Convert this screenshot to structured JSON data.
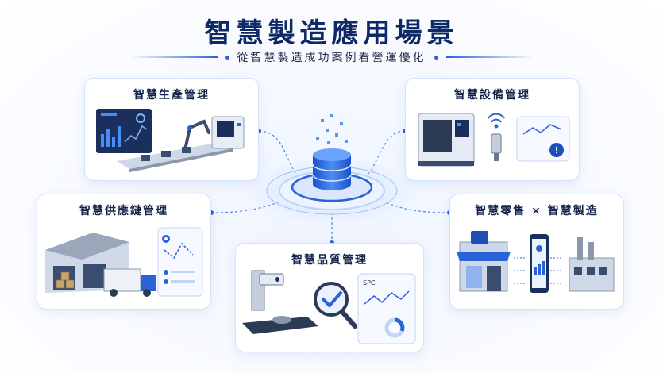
{
  "header": {
    "title": "智慧製造應用場景",
    "subtitle": "從智慧製造成功案例看營運優化"
  },
  "cards": {
    "production": {
      "title": "智慧生產管理"
    },
    "equipment": {
      "title": "智慧設備管理"
    },
    "supply_chain": {
      "title": "智慧供應鏈管理"
    },
    "quality": {
      "title": "智慧品質管理",
      "panel_label": "SPC"
    },
    "retail": {
      "title": "智慧零售 × 智慧製造"
    }
  },
  "colors": {
    "accent": "#2a63d8",
    "title": "#0d2a66",
    "card_border": "#d4e2fb",
    "warning": "#1e4fb8"
  },
  "icons": [
    "database-icon",
    "robot-arm-icon",
    "cnc-machine-icon",
    "warning-icon",
    "warehouse-icon",
    "truck-icon",
    "magnifier-check-icon",
    "storefront-icon",
    "smartphone-icon",
    "factory-icon",
    "wifi-icon",
    "map-pin-icon"
  ]
}
